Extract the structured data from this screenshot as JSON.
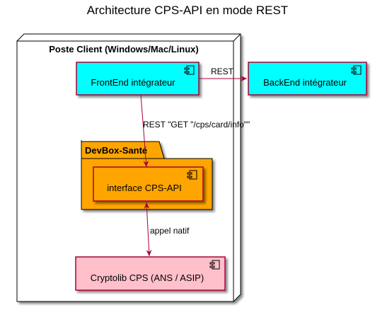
{
  "diagram": {
    "title": "Architecture CPS-API en mode REST",
    "node": {
      "label": "Poste Client (Windows/Mac/Linux)"
    },
    "package": {
      "label": "DevBox-Santé"
    },
    "components": {
      "frontend": {
        "label": "FrontEnd intégrateur",
        "fill": "#00FFFF"
      },
      "backend": {
        "label": "BackEnd intégrateur",
        "fill": "#00FFFF"
      },
      "interface": {
        "label": "interface CPS-API",
        "fill": "#FFA500"
      },
      "cryptolib": {
        "label": "Cryptolib CPS (ANS / ASIP)",
        "fill": "#FFC0CB"
      }
    },
    "edges": {
      "front_to_back": {
        "label": "REST"
      },
      "front_to_interface": {
        "label": "REST \"GET \"/cps/card/info\"\""
      },
      "interface_to_crypto": {
        "label": "appel natif"
      }
    },
    "colors": {
      "arrow": "#A80036",
      "component_border": "#A80036",
      "package_fill": "#FFA500",
      "node_fill": "#FFFFFF"
    }
  }
}
